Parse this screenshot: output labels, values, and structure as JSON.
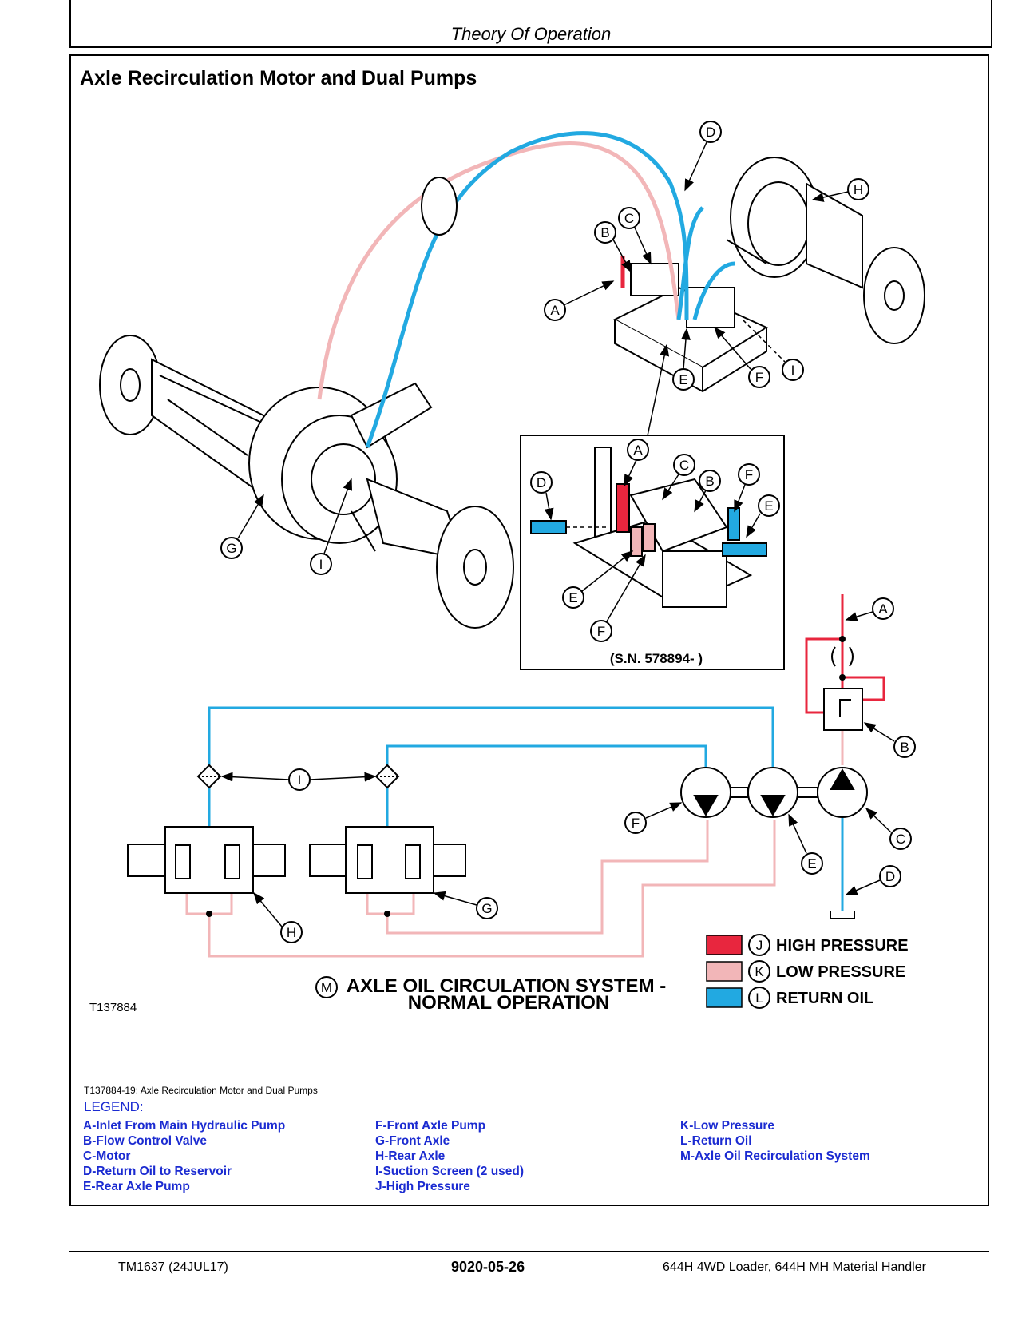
{
  "header": {
    "title": "Theory Of Operation"
  },
  "section": {
    "title": "Axle Recirculation Motor and Dual Pumps"
  },
  "callouts": {
    "a": "A",
    "b": "B",
    "c": "C",
    "d": "D",
    "e": "E",
    "f": "F",
    "g": "G",
    "h": "H",
    "i": "I",
    "j": "J",
    "k": "K",
    "l": "L",
    "m": "M"
  },
  "inset": {
    "serial": "(S.N. 578894- )"
  },
  "key": {
    "high": "HIGH PRESSURE",
    "low": "LOW PRESSURE",
    "return": "RETURN OIL",
    "high_color": "#e8263e",
    "low_color": "#f2b6b8",
    "return_color": "#22a9e1"
  },
  "schematic": {
    "title_line1": "AXLE OIL CIRCULATION SYSTEM -",
    "title_line2": "NORMAL OPERATION"
  },
  "figure_id": "T137884",
  "caption": "T137884-19: Axle Recirculation Motor and Dual Pumps",
  "legend": {
    "title": "LEGEND:",
    "col1": [
      "A-Inlet From Main Hydraulic Pump",
      "B-Flow Control Valve",
      "C-Motor",
      "D-Return Oil to Reservoir",
      "E-Rear Axle Pump"
    ],
    "col2": [
      "F-Front Axle Pump",
      "G-Front Axle",
      "H-Rear Axle",
      "I-Suction Screen (2 used)",
      "J-High Pressure"
    ],
    "col3": [
      "K-Low Pressure",
      "L-Return Oil",
      "M-Axle Oil Recirculation System"
    ]
  },
  "footer": {
    "left": "TM1637 (24JUL17)",
    "center": "9020-05-26",
    "right": "644H 4WD Loader, 644H MH Material Handler"
  }
}
